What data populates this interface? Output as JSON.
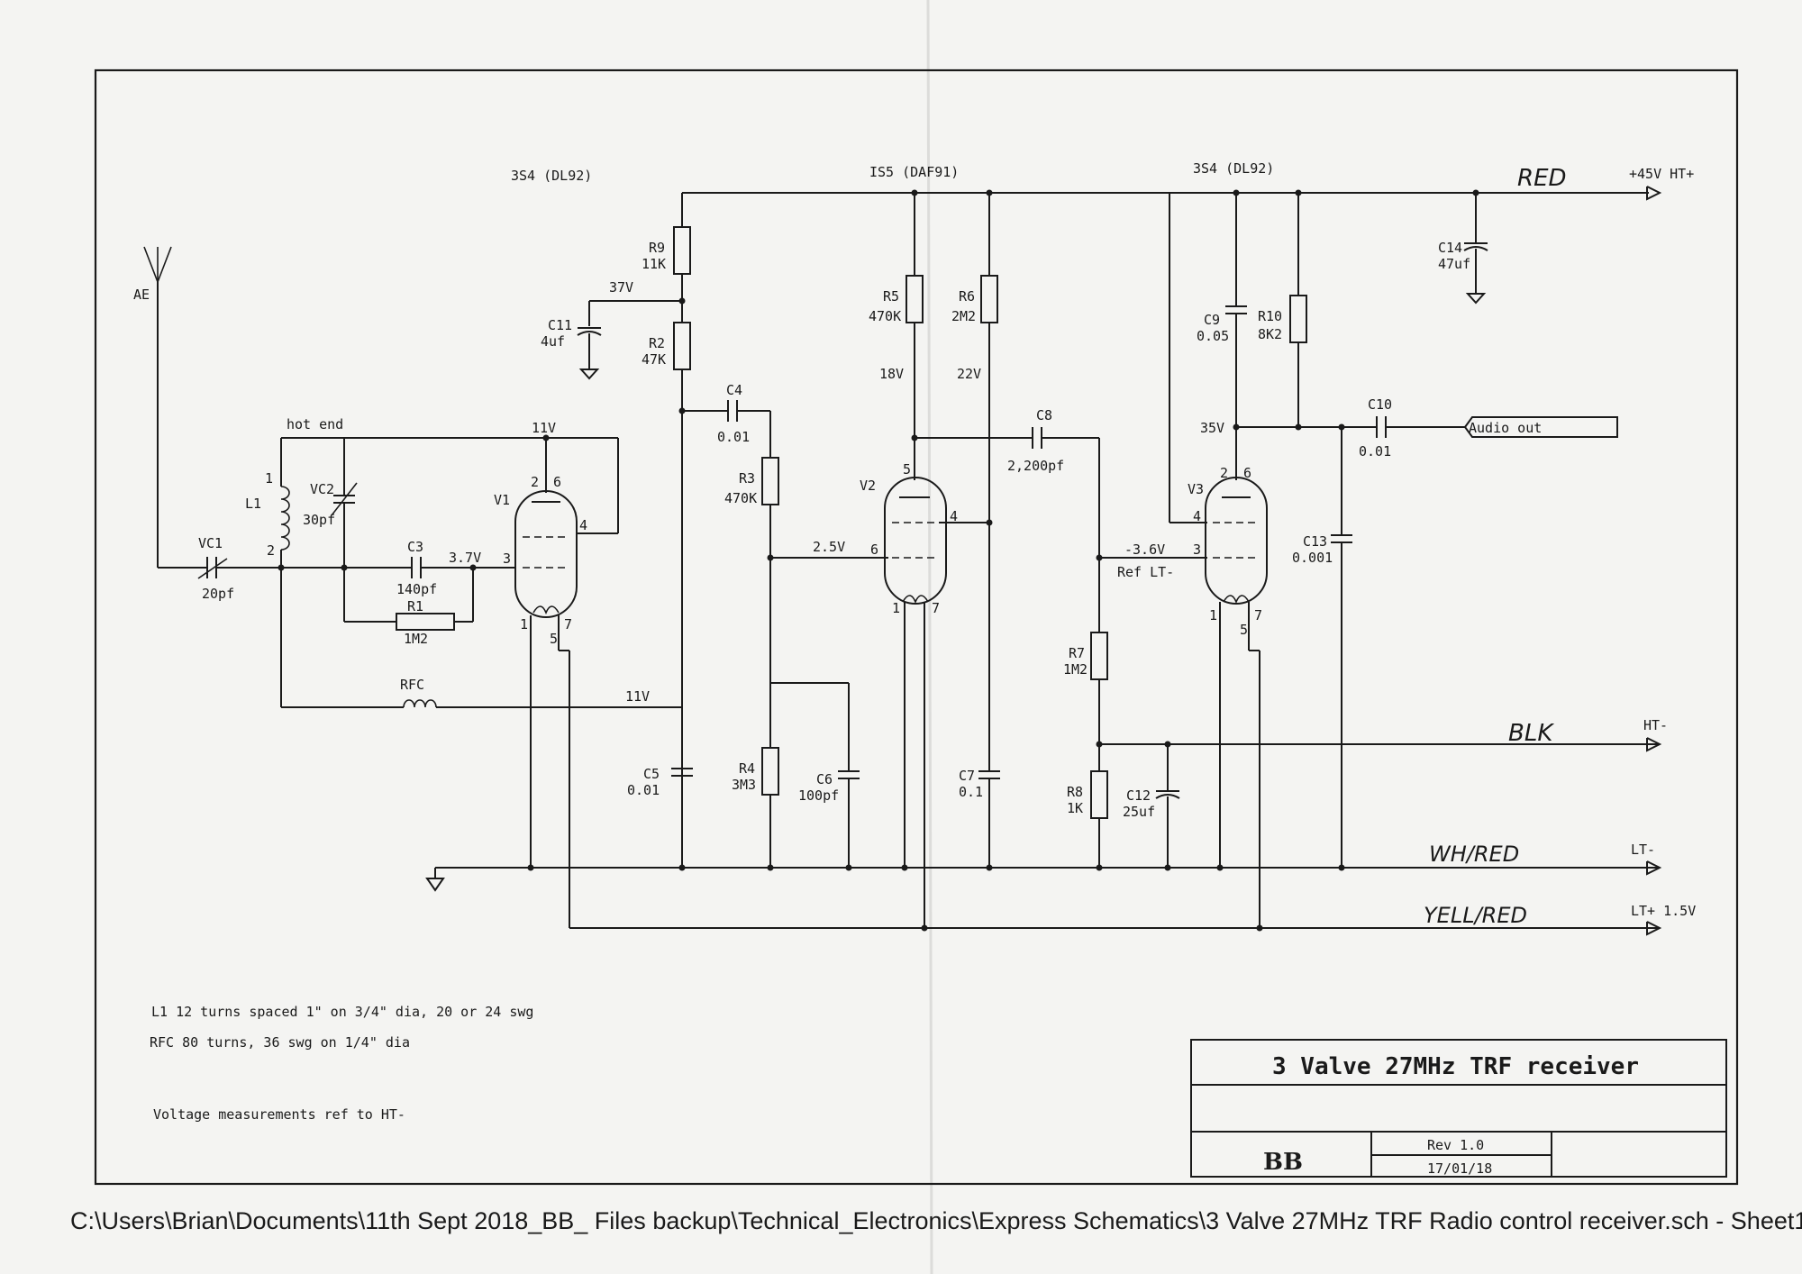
{
  "footer_path": "C:\\Users\\Brian\\Documents\\11th Sept 2018_BB_ Files backup\\Technical_Electronics\\Express Schematics\\3 Valve 27MHz TRF Radio control receiver.sch  -  Sheet1",
  "valves": {
    "v1_type": "3S4 (DL92)",
    "v2_type": "IS5 (DAF91)",
    "v3_type": "3S4 (DL92)",
    "v1": "V1",
    "v2": "V2",
    "v3": "V3"
  },
  "components": {
    "ae": "AE",
    "vc1": "VC1",
    "vc1_val": "20pf",
    "l1": "L1",
    "l1_pin1": "1",
    "l1_pin2": "2",
    "vc2": "VC2",
    "vc2_val": "30pf",
    "c3": "C3",
    "c3_val": "140pf",
    "r1": "R1",
    "r1_val": "1M2",
    "rfc": "RFC",
    "r9": "R9",
    "r9_val": "11K",
    "r2": "R2",
    "r2_val": "47K",
    "c11": "C11",
    "c11_val": "4uf",
    "c4": "C4",
    "c4_val": "0.01",
    "r3": "R3",
    "r3_val": "470K",
    "r4": "R4",
    "r4_val": "3M3",
    "c5": "C5",
    "c5_val": "0.01",
    "c6": "C6",
    "c6_val": "100pf",
    "r5": "R5",
    "r5_val": "470K",
    "r6": "R6",
    "r6_val": "2M2",
    "c7": "C7",
    "c7_val": "0.1",
    "c8": "C8",
    "c8_val": "2,200pf",
    "r7": "R7",
    "r7_val": "1M2",
    "r8": "R8",
    "r8_val": "1K",
    "c12": "C12",
    "c12_val": "25uf",
    "c9": "C9",
    "c9_val": "0.05",
    "r10": "R10",
    "r10_val": "8K2",
    "c10": "C10",
    "c10_val": "0.01",
    "c13": "C13",
    "c13_val": "0.001",
    "c14": "C14",
    "c14_val": "47uf"
  },
  "pins": {
    "v1_2": "2",
    "v1_6": "6",
    "v1_4": "4",
    "v1_3": "3",
    "v1_1": "1",
    "v1_5": "5",
    "v1_7": "7",
    "v2_5": "5",
    "v2_4": "4",
    "v2_6": "6",
    "v2_1": "1",
    "v2_7": "7",
    "v3_2": "2",
    "v3_6": "6",
    "v3_4": "4",
    "v3_3": "3",
    "v3_1": "1",
    "v3_5": "5",
    "v3_7": "7"
  },
  "voltages": {
    "hot_end": "hot end",
    "v11_top": "11V",
    "v3_7": "3.7V",
    "v11_rfc": "11V",
    "v37": "37V",
    "v18": "18V",
    "v22": "22V",
    "v2_5": "2.5V",
    "v35": "35V",
    "vneg3_6": "-3.6V",
    "ref_lt": "Ref LT-"
  },
  "rails": {
    "ht_plus": "+45V HT+",
    "ht_minus": "HT-",
    "lt_minus": "LT-",
    "lt_plus": "LT+ 1.5V",
    "red": "RED",
    "blk": "BLK",
    "wh_red": "WH/RED",
    "yell_red": "YELL/RED",
    "audio_out": "Audio out"
  },
  "notes": {
    "line1": "L1 12 turns  spaced 1\" on 3/4\" dia, 20 or 24 swg",
    "line2": "RFC 80 turns, 36 swg on 1/4\" dia",
    "line3": "Voltage measurements ref to HT-"
  },
  "title_block": {
    "title": "3 Valve 27MHz TRF receiver",
    "author": "BB",
    "rev": "Rev 1.0",
    "date": "17/01/18"
  }
}
